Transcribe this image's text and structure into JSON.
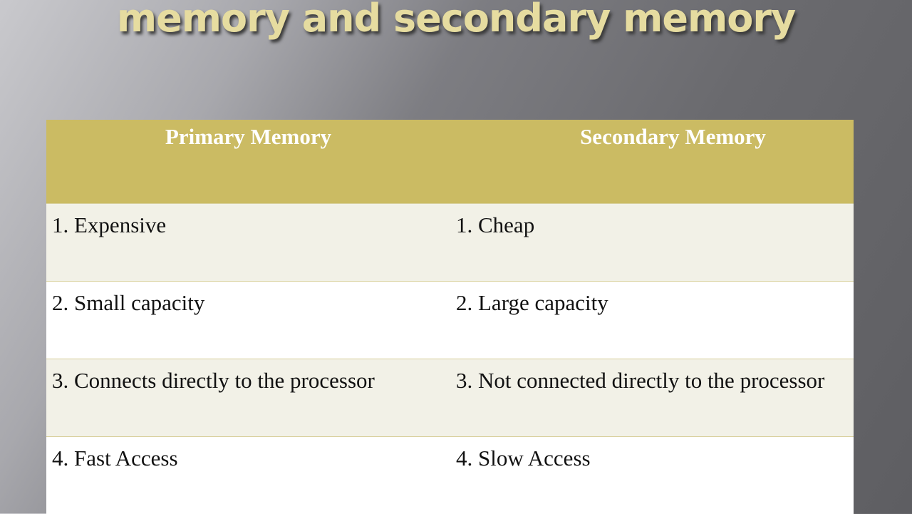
{
  "slide": {
    "title": "memory and secondary memory",
    "accent_color": "#cbbb63",
    "table": {
      "headers": [
        "Primary Memory",
        "Secondary Memory"
      ],
      "rows": [
        [
          "1. Expensive",
          "1. Cheap"
        ],
        [
          "2. Small capacity",
          "2. Large capacity"
        ],
        [
          "3. Connects directly to the processor",
          "3. Not connected directly to the processor"
        ],
        [
          "4. Fast Access",
          "4. Slow Access"
        ]
      ]
    }
  }
}
